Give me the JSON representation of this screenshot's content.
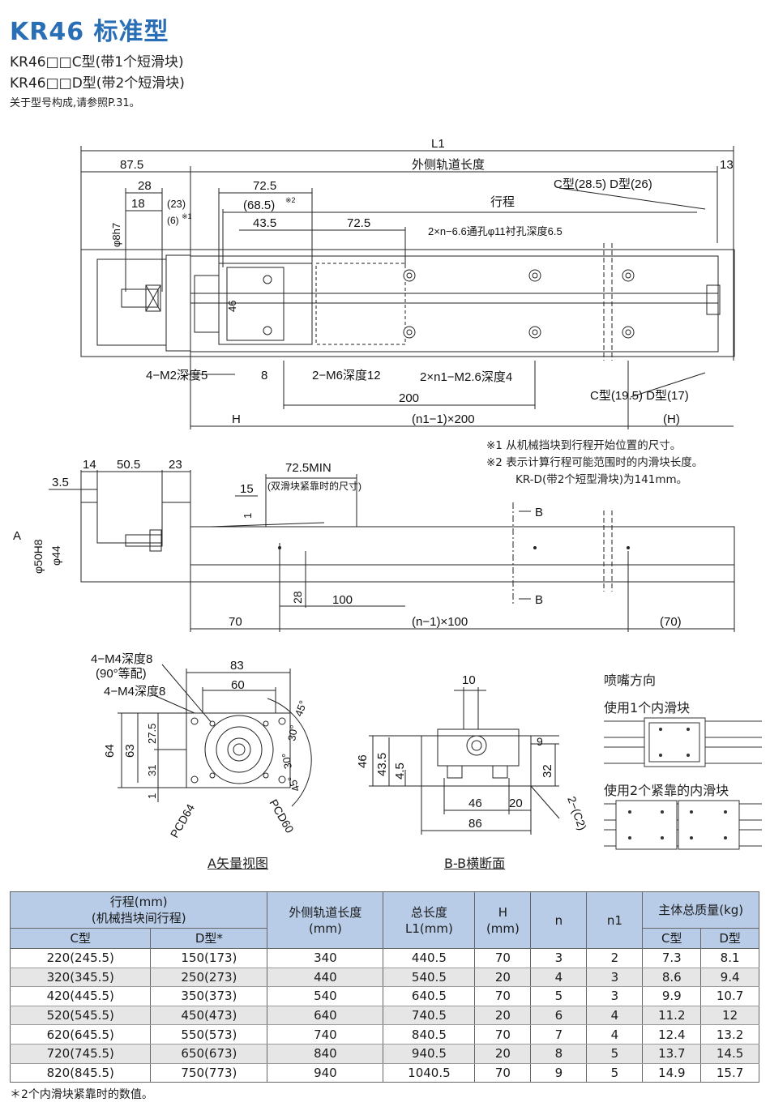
{
  "header": {
    "title": "KR46 标准型",
    "line1": "KR46□□C型(带1个短滑块)",
    "line2": "KR46□□D型(带2个短滑块)",
    "note": "关于型号构成,请参照P.31。"
  },
  "top_view": {
    "L1": "L1",
    "overall_label": "外侧轨道长度",
    "d_87_5": "87.5",
    "d_13": "13",
    "d_72_5": "72.5",
    "d_68_5": "(68.5)",
    "mark2": "※2",
    "d_43_5": "43.5",
    "d_72_5b": "72.5",
    "d_28": "28",
    "d_18": "18",
    "d_23p": "(23)",
    "d_6p": "(6)",
    "mark1": "※1",
    "d_8h7": "φ8h7",
    "d_46": "46",
    "ctype_top": "C型(28.5) D型(26)",
    "stroke": "行程",
    "hole_note": "2×n−6.6通孔φ11衬孔深度6.5",
    "m2": "4−M2深度5",
    "d_8": "8",
    "m6": "2−M6深度12",
    "m26": "2×n1−M2.6深度4",
    "d_200": "200",
    "ctype_bot": "C型(19.5) D型(17)",
    "H": "H",
    "n1_200": "(n1−1)×200",
    "Hp": "(H)"
  },
  "notes": {
    "n1": "※1  从机械挡块到行程开始位置的尺寸。",
    "n2": "※2  表示计算行程可能范围时的内滑块长度。",
    "n3": "KR-D(带2个短型滑块)为141mm。"
  },
  "side_view": {
    "d_14": "14",
    "d_50_5": "50.5",
    "d_23": "23",
    "d_3_5": "3.5",
    "d_72_5min": "72.5MIN",
    "min_note": "(双滑块紧靠时的尺寸)",
    "d_15": "15",
    "d_1": "1",
    "d_50h8": "φ50H8",
    "d_44": "φ44",
    "A": "A",
    "B": "B",
    "d_28": "28",
    "d_100": "100",
    "d_70": "70",
    "n_100": "(n−1)×100",
    "d_70p": "(70)"
  },
  "a_view": {
    "m4_8": "4−M4深度8",
    "m4_90": "(90°等配)",
    "m4": "4−M4深度8",
    "d_83": "83",
    "d_60": "60",
    "d_64": "64",
    "d_63": "63",
    "d_27_5": "27.5",
    "d_31": "31",
    "d_1": "1",
    "a45": "45°",
    "a30": "30°",
    "pcd64": "PCD64",
    "pcd60": "PCD60",
    "caption": "A矢量视图"
  },
  "bb_view": {
    "d_10": "10",
    "d_46": "46",
    "d_43_5": "43.5",
    "d_4_5": "4.5",
    "d_9": "9",
    "d_32": "32",
    "d_46w": "46",
    "d_20": "20",
    "d_86": "86",
    "c2": "2−(C2)",
    "caption": "B-B横断面"
  },
  "nozzle": {
    "title": "喷嘴方向",
    "one": "使用1个内滑块",
    "two": "使用2个紧靠的内滑块"
  },
  "table": {
    "headers": {
      "stroke": "行程(mm)",
      "stroke_sub": "(机械挡块间行程)",
      "c": "C型",
      "d": "D型*",
      "rail": "外侧轨道长度",
      "rail_unit": "(mm)",
      "total": "总长度",
      "total_unit": "L1(mm)",
      "h": "H",
      "h_unit": "(mm)",
      "n": "n",
      "n1": "n1",
      "mass": "主体总质量(kg)",
      "mc": "C型",
      "md": "D型"
    },
    "rows": [
      [
        "220(245.5)",
        "150(173)",
        "340",
        "440.5",
        "70",
        "3",
        "2",
        "7.3",
        "8.1"
      ],
      [
        "320(345.5)",
        "250(273)",
        "440",
        "540.5",
        "20",
        "4",
        "3",
        "8.6",
        "9.4"
      ],
      [
        "420(445.5)",
        "350(373)",
        "540",
        "640.5",
        "70",
        "5",
        "3",
        "9.9",
        "10.7"
      ],
      [
        "520(545.5)",
        "450(473)",
        "640",
        "740.5",
        "20",
        "6",
        "4",
        "11.2",
        "12"
      ],
      [
        "620(645.5)",
        "550(573)",
        "740",
        "840.5",
        "70",
        "7",
        "4",
        "12.4",
        "13.2"
      ],
      [
        "720(745.5)",
        "650(673)",
        "840",
        "940.5",
        "20",
        "8",
        "5",
        "13.7",
        "14.5"
      ],
      [
        "820(845.5)",
        "750(773)",
        "940",
        "1040.5",
        "70",
        "9",
        "5",
        "14.9",
        "15.7"
      ]
    ],
    "footnote": "＊2个内滑块紧靠时的数值。"
  },
  "colors": {
    "title": "#2a6fb5",
    "table_header": "#b8cce8",
    "row_alt": "#e6e6e6"
  }
}
